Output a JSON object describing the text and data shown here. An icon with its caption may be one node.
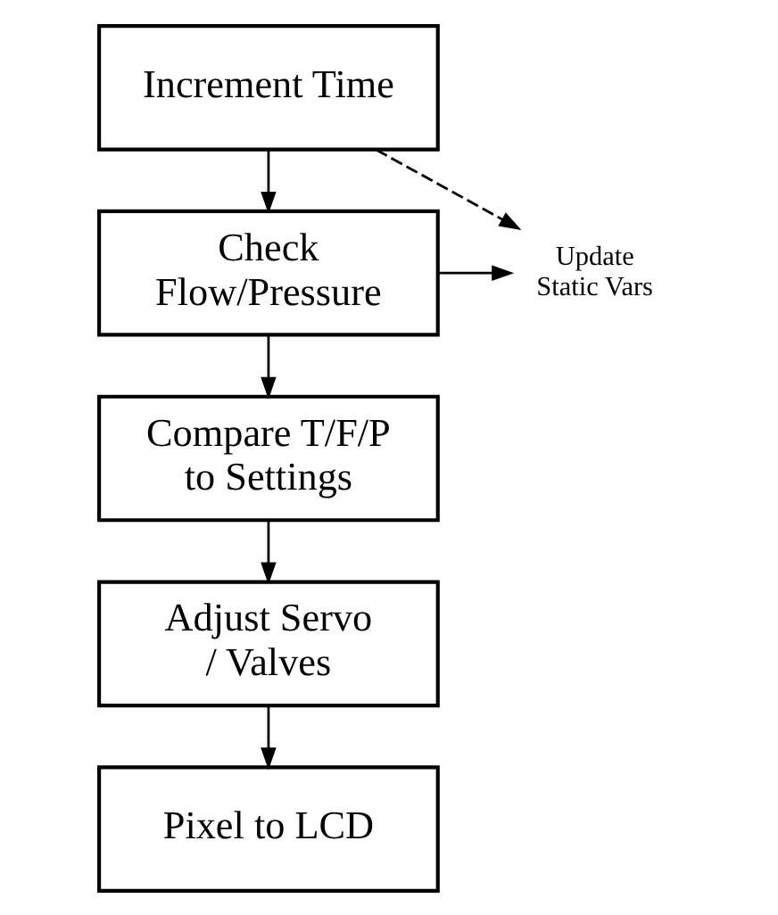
{
  "diagram": {
    "nodes": [
      {
        "text": [
          "Increment Time"
        ]
      },
      {
        "text": [
          "Check Flow/Pressure"
        ]
      },
      {
        "text": [
          "Compare T/F/P to Settings"
        ]
      },
      {
        "text": [
          "Adjust Servo / Valves"
        ]
      },
      {
        "text": [
          "Pixel to LCD"
        ]
      },
      {
        "text": [
          "Update Static Vars"
        ]
      }
    ],
    "edges": [
      {
        "from": 0,
        "to": 1,
        "arrow": "to"
      },
      {
        "from": 1,
        "to": 2,
        "arrow": "to"
      },
      {
        "from": 2,
        "to": 3,
        "arrow": "to"
      },
      {
        "from": 3,
        "to": 4,
        "arrow": "to"
      },
      {
        "from": 0,
        "to": 5,
        "arrow": "to",
        "style": "dashed"
      },
      {
        "from": 1,
        "to": 5,
        "arrow": "to"
      }
    ]
  }
}
